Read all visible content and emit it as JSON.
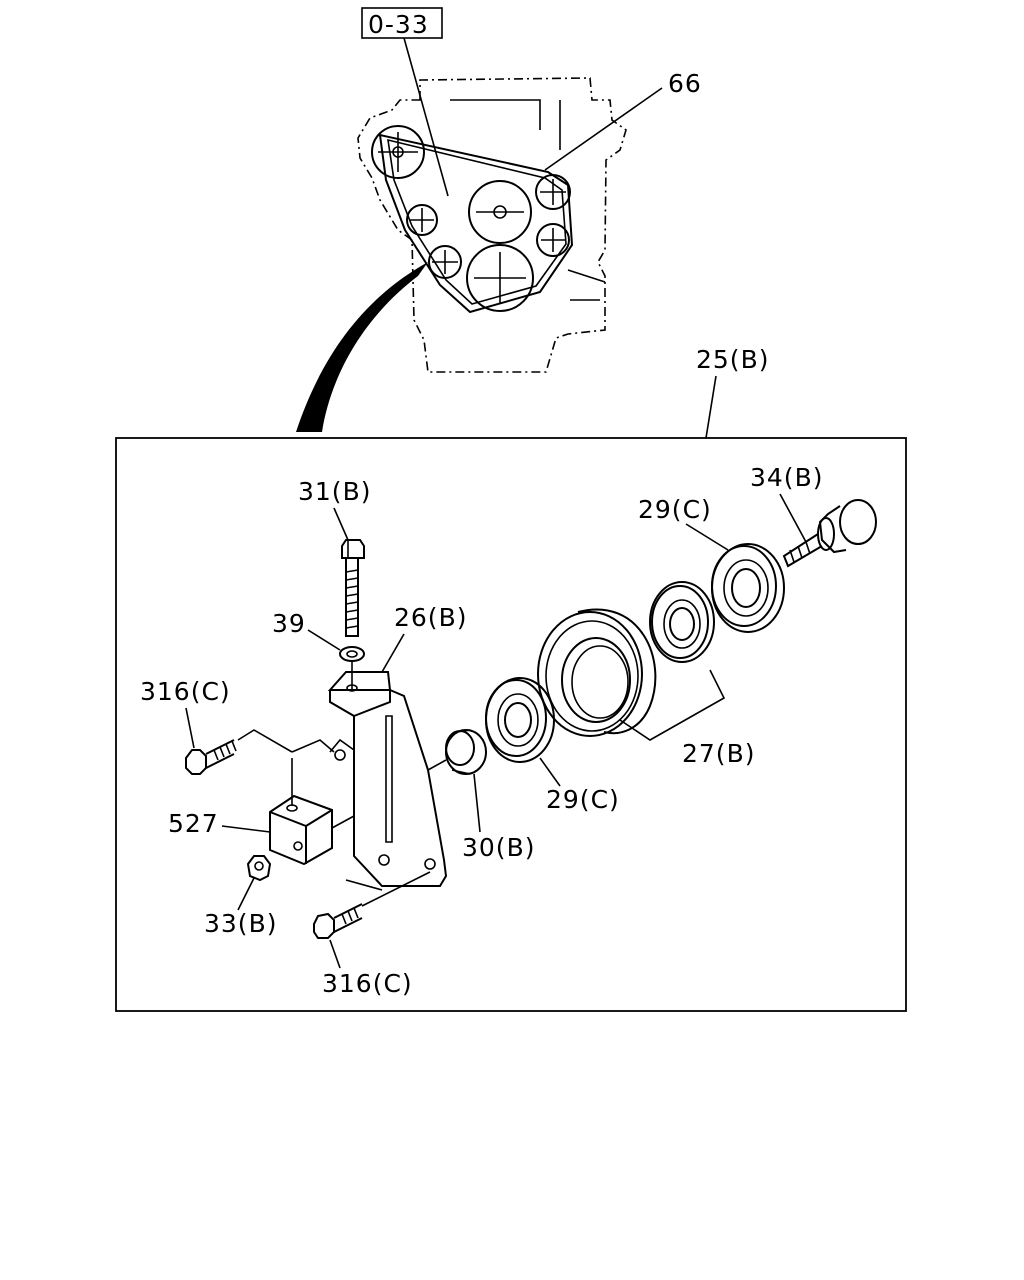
{
  "reference_box": "0-33",
  "labels": {
    "belt": "66",
    "assembly": "25(B)",
    "bolt_top": "31(B)",
    "washer": "39",
    "bracket": "26(B)",
    "bolt_left": "316(C)",
    "block": "527",
    "nut": "33(B)",
    "bolt_bottom": "316(C)",
    "spacer": "30(B)",
    "bearing_front": "29(C)",
    "pulley": "27(B)",
    "bearing_rear": "29(C)",
    "shaft_bolt": "34(B)"
  }
}
